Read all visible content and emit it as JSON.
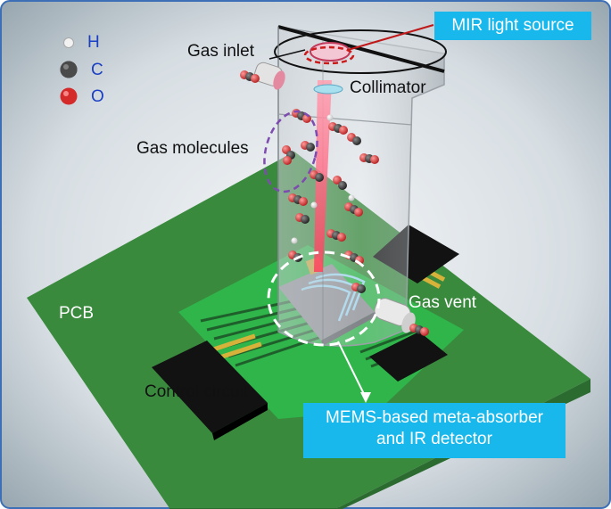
{
  "legend": [
    {
      "symbol": "H",
      "color": "#f2f2f2"
    },
    {
      "symbol": "C",
      "color": "#4a4a4a"
    },
    {
      "symbol": "O",
      "color": "#d42a2a"
    }
  ],
  "labels": {
    "gas_inlet": "Gas inlet",
    "collimator": "Collimator",
    "gas_molecules": "Gas molecules",
    "pcb": "PCB",
    "gas_vent": "Gas vent",
    "control_circuit": "Control circuit"
  },
  "callouts": {
    "mir_source": "MIR light source",
    "detector_line1": "MEMS-based meta-absorber",
    "detector_line2": "and IR detector"
  },
  "colors": {
    "accent": "#19b8ec",
    "background_gradient": [
      "#8fa0ab",
      "#f2f4f6"
    ],
    "pcb_dark": "#3b8a3f",
    "pcb_light": "#2fb64a",
    "beam": "#ff4d6d",
    "frame": "#3c6fb6"
  }
}
